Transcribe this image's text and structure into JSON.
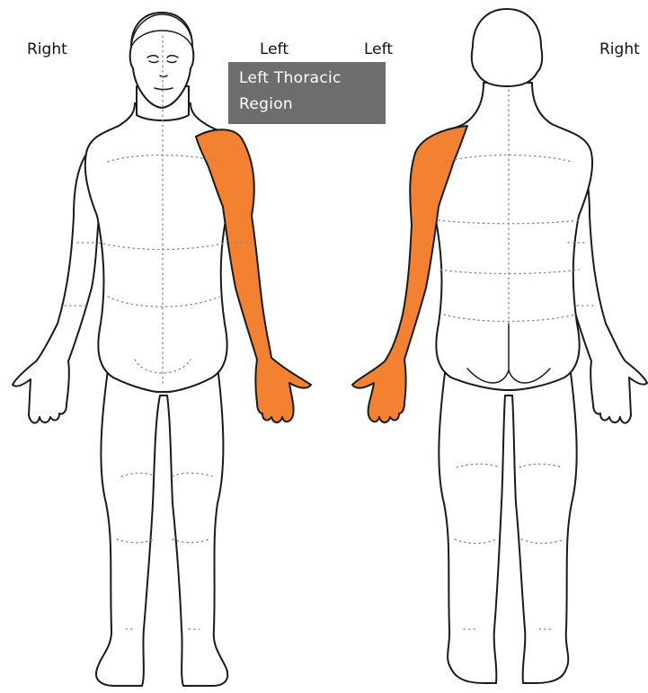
{
  "labels": {
    "front_right": "Right",
    "front_left": "Left",
    "back_left": "Left",
    "back_right": "Right"
  },
  "tooltip": {
    "line1": "Left Thoracic",
    "line2": "Region"
  },
  "highlight": {
    "region": "left-arm-thoracic-dermatome",
    "color": "#f28232"
  },
  "colors": {
    "outline": "#1a1a1a",
    "tooltip_bg": "#6d6d6d",
    "tooltip_text": "#ffffff"
  }
}
